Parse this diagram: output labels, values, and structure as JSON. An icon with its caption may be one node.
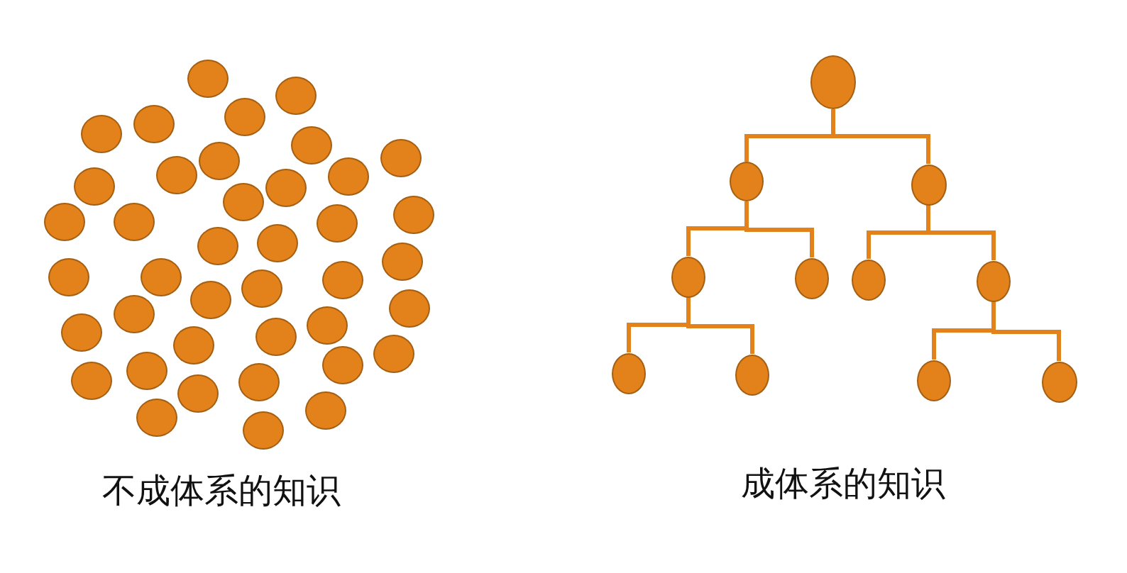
{
  "diagram": {
    "nodes": [
      {
        "text": [],
        "shape": "circle"
      },
      {
        "text": [],
        "shape": "circle"
      },
      {
        "text": [],
        "shape": "circle"
      },
      {
        "text": [],
        "shape": "circle"
      },
      {
        "text": [],
        "shape": "circle"
      },
      {
        "text": [],
        "shape": "circle"
      },
      {
        "text": [],
        "shape": "circle"
      },
      {
        "text": [],
        "shape": "circle"
      },
      {
        "text": [],
        "shape": "circle"
      },
      {
        "text": [],
        "shape": "circle"
      },
      {
        "text": [],
        "shape": "circle"
      },
      {
        "text": [],
        "shape": "circle"
      },
      {
        "text": [],
        "shape": "circle"
      },
      {
        "text": [],
        "shape": "circle"
      },
      {
        "text": [],
        "shape": "circle"
      },
      {
        "text": [],
        "shape": "circle"
      },
      {
        "text": [],
        "shape": "circle"
      },
      {
        "text": [],
        "shape": "circle"
      },
      {
        "text": [],
        "shape": "circle"
      },
      {
        "text": [],
        "shape": "circle"
      },
      {
        "text": [],
        "shape": "circle"
      },
      {
        "text": [],
        "shape": "circle"
      },
      {
        "text": [],
        "shape": "circle"
      },
      {
        "text": [],
        "shape": "circle"
      },
      {
        "text": [],
        "shape": "circle"
      },
      {
        "text": [],
        "shape": "circle"
      },
      {
        "text": [],
        "shape": "circle"
      },
      {
        "text": [],
        "shape": "circle"
      },
      {
        "text": [],
        "shape": "circle"
      },
      {
        "text": [],
        "shape": "circle"
      },
      {
        "text": [],
        "shape": "circle"
      },
      {
        "text": [],
        "shape": "circle"
      },
      {
        "text": [],
        "shape": "circle"
      },
      {
        "text": [],
        "shape": "circle"
      },
      {
        "text": [],
        "shape": "circle"
      },
      {
        "text": [],
        "shape": "circle"
      },
      {
        "text": [],
        "shape": "circle"
      },
      {
        "text": [],
        "shape": "circle"
      },
      {
        "text": [],
        "shape": "circle"
      },
      {
        "text": [],
        "shape": "circle"
      },
      {
        "text": [],
        "shape": "circle"
      },
      {
        "text": [],
        "shape": "circle"
      },
      {
        "text": [],
        "shape": "circle"
      },
      {
        "text": [],
        "shape": "circle"
      },
      {
        "text": [],
        "shape": "circle"
      },
      {
        "text": [],
        "shape": "circle"
      },
      {
        "text": [],
        "shape": "circle"
      },
      {
        "text": [],
        "shape": "circle"
      },
      {
        "text": [],
        "shape": "circle"
      },
      {
        "text": [],
        "shape": "circle"
      },
      {
        "text": [],
        "shape": "circle"
      }
    ],
    "edges": [
      {
        "from": 40,
        "to": 41,
        "arrow": "none"
      },
      {
        "from": 40,
        "to": 42,
        "arrow": "none"
      },
      {
        "from": 41,
        "to": 43,
        "arrow": "none"
      },
      {
        "from": 41,
        "to": 44,
        "arrow": "none"
      },
      {
        "from": 42,
        "to": 45,
        "arrow": "none"
      },
      {
        "from": 42,
        "to": 46,
        "arrow": "none"
      },
      {
        "from": 43,
        "to": 47,
        "arrow": "none"
      },
      {
        "from": 43,
        "to": 48,
        "arrow": "none"
      },
      {
        "from": 46,
        "to": 49,
        "arrow": "none"
      },
      {
        "from": 46,
        "to": 50,
        "arrow": "none"
      }
    ],
    "labels": [
      "不成体系的知识",
      "成体系的知识"
    ]
  }
}
